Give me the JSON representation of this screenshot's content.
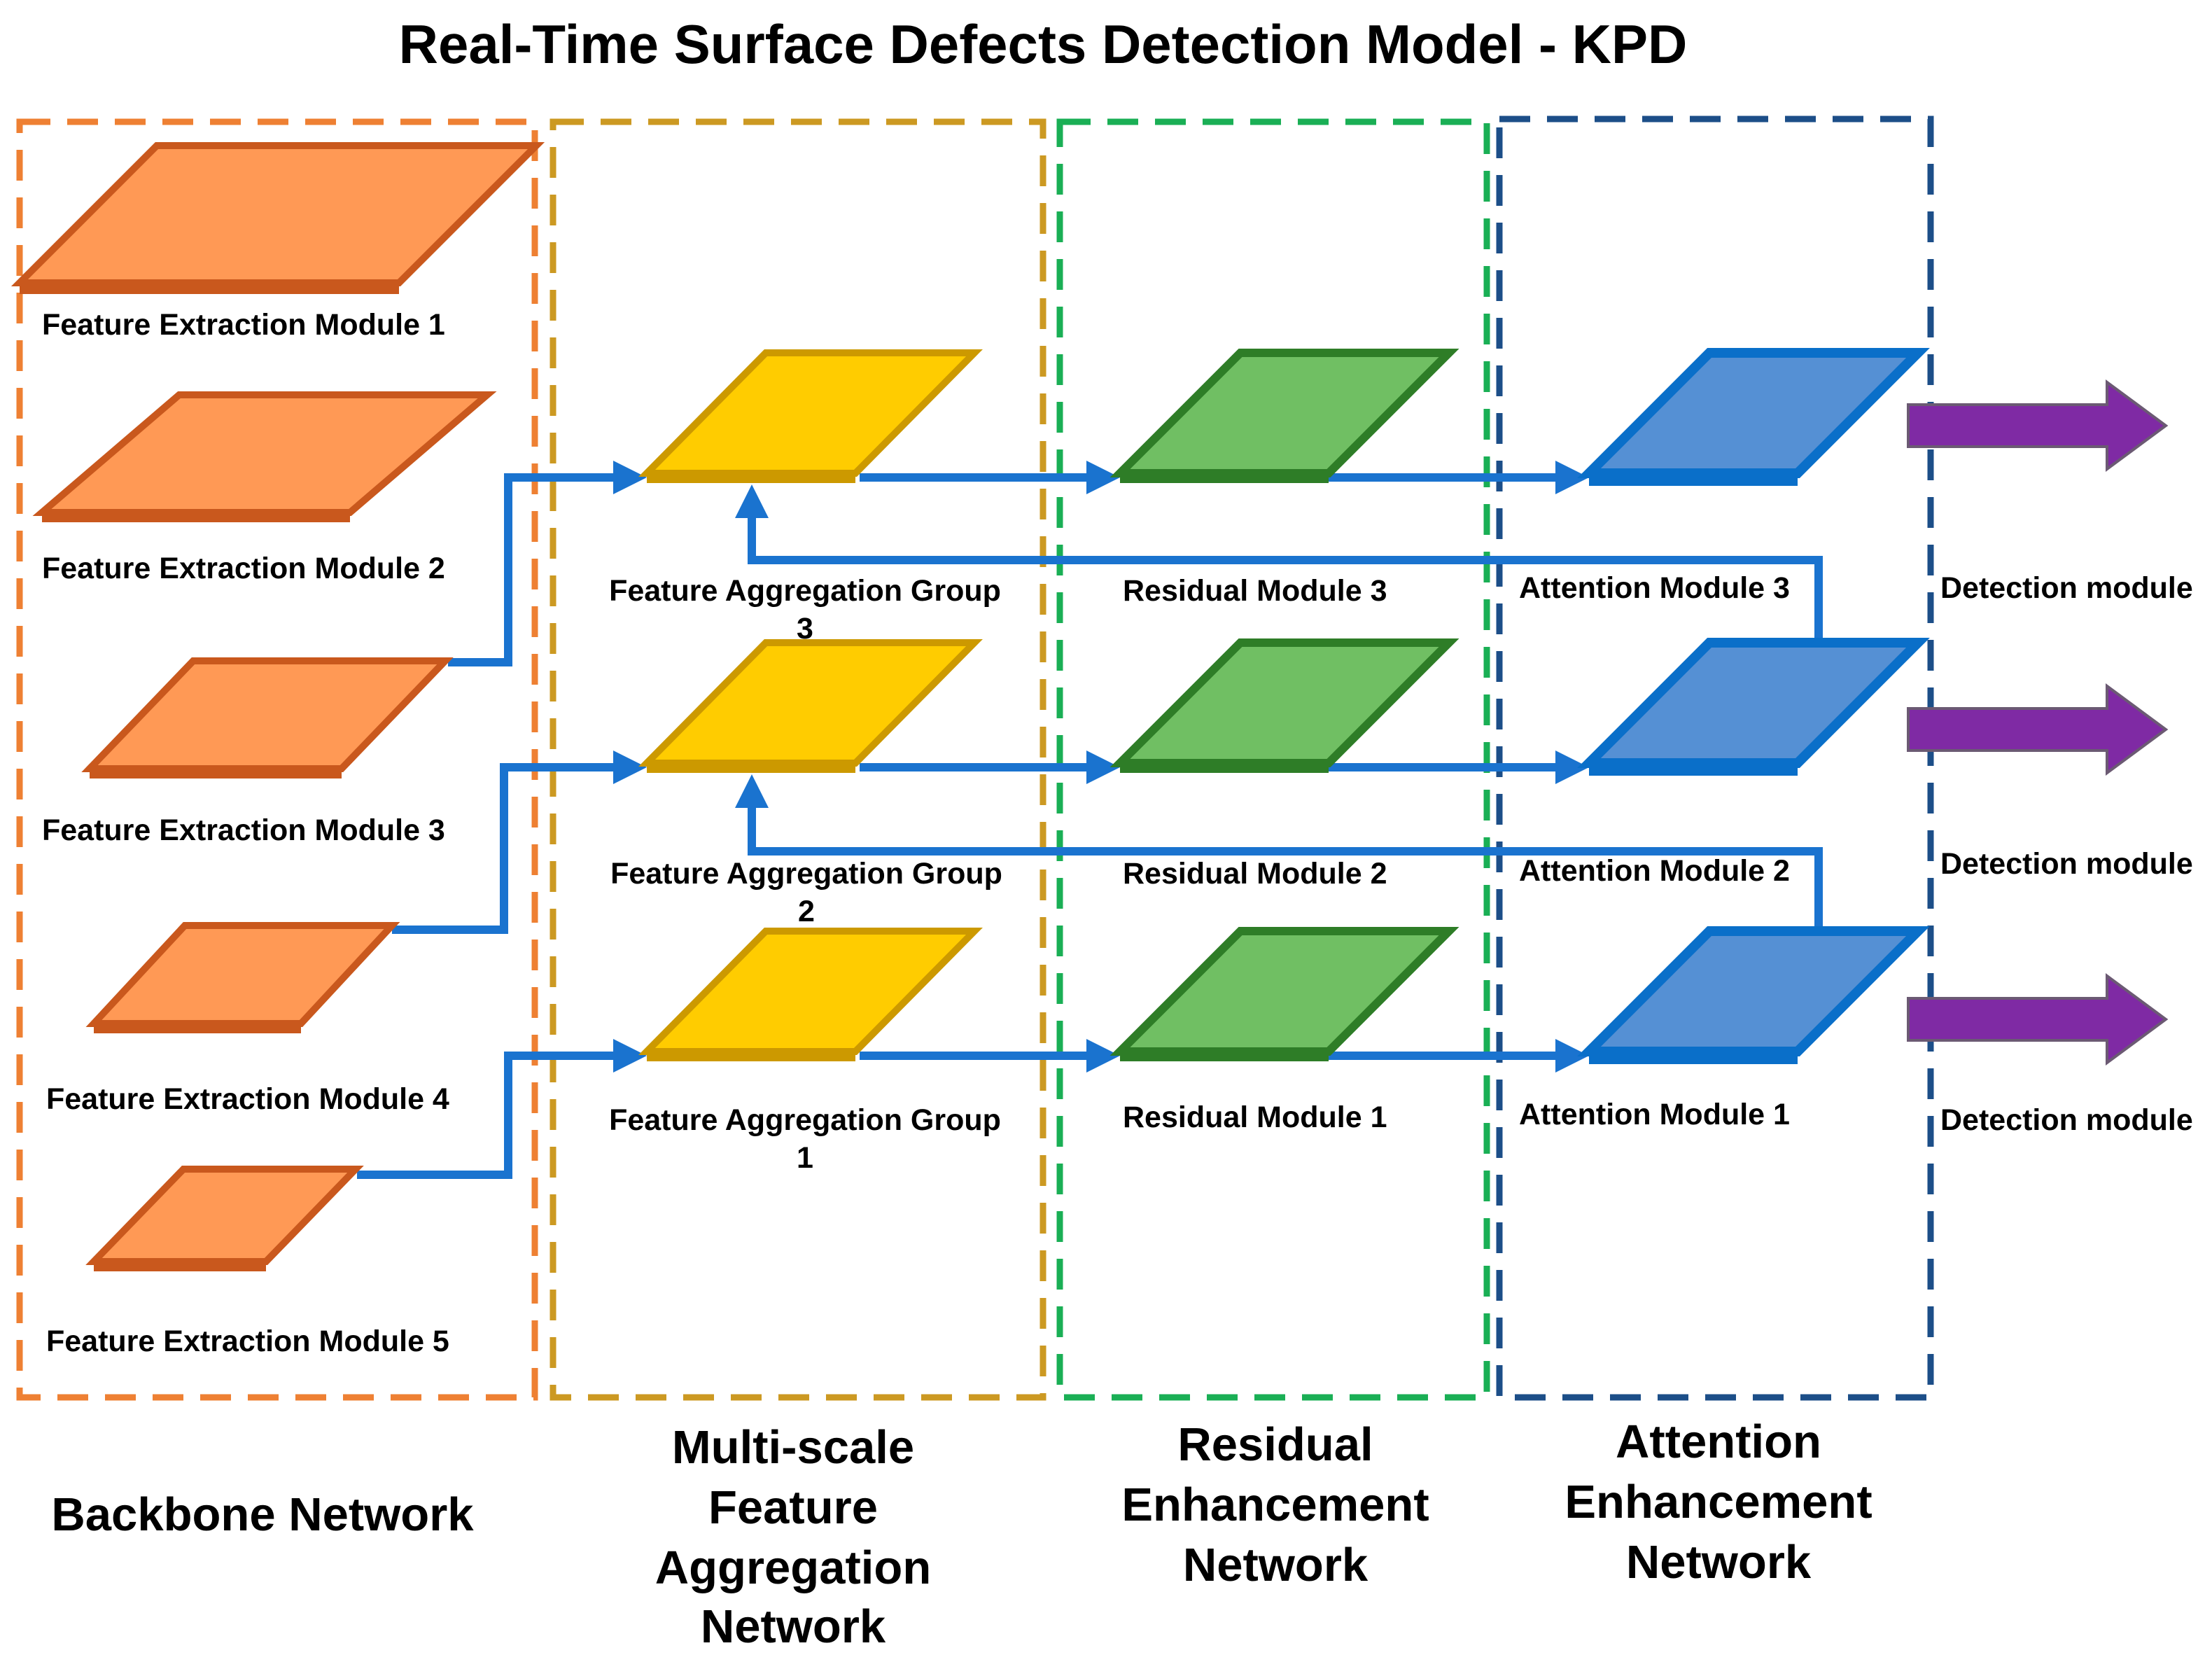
{
  "title": "Real-Time Surface Defects Detection Model - KPD",
  "colors": {
    "backbone_fill": "#ff9955",
    "backbone_edge": "#c9581d",
    "backbone_border": "#ee8033",
    "aggregation_fill": "#ffcc00",
    "aggregation_edge": "#cc9900",
    "aggregation_border": "#cc9922",
    "residual_fill": "#70bf63",
    "residual_edge": "#2e7d27",
    "residual_border": "#1aaf55",
    "attention_fill": "#5590d4",
    "attention_edge": "#0a6fc9",
    "attention_border": "#1c4e88",
    "connector": "#1a73cf",
    "detection_arrow_fill": "#7f2aa4",
    "detection_arrow_edge": "#6b5a73"
  },
  "sections": {
    "backbone": "Backbone Network",
    "aggregation": [
      "Multi-scale",
      "Feature",
      "Aggregation",
      "Network"
    ],
    "residual": [
      "Residual",
      "Enhancement",
      "Network"
    ],
    "attention": [
      "Attention",
      "Enhancement",
      "Network"
    ]
  },
  "feature_extraction_modules": [
    "Feature Extraction Module 1",
    "Feature Extraction Module 2",
    "Feature Extraction Module 3",
    "Feature Extraction Module 4",
    "Feature Extraction Module 5"
  ],
  "feature_aggregation_groups": [
    [
      "Feature Aggregation Group",
      "3"
    ],
    [
      "Feature Aggregation Group",
      "2"
    ],
    [
      "Feature Aggregation Group",
      "1"
    ]
  ],
  "residual_modules": [
    "Residual Module 3",
    "Residual Module 2",
    "Residual Module 1"
  ],
  "attention_modules": [
    "Attention Module 3",
    "Attention Module 2",
    "Attention Module 1"
  ],
  "detection_modules": [
    "Detection module",
    "Detection module",
    "Detection module"
  ]
}
